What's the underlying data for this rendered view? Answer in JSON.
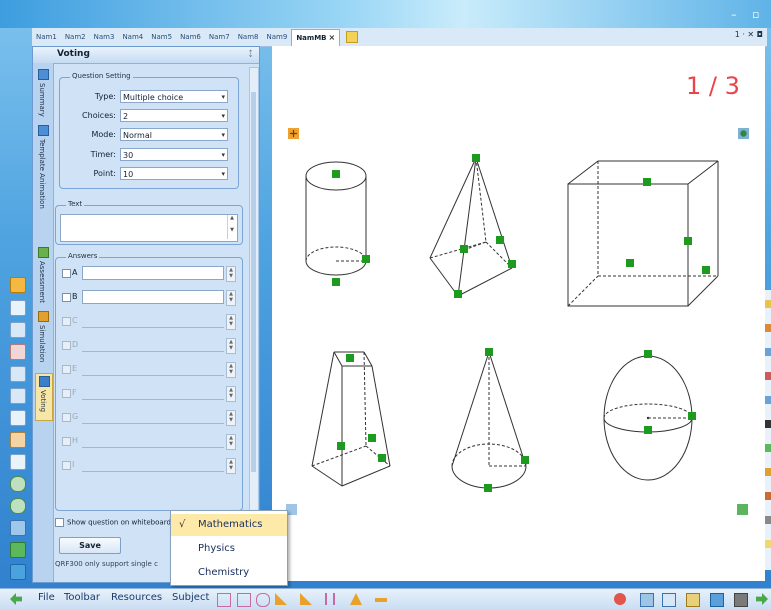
{
  "window": {
    "minimize": "–",
    "restore": "▫"
  },
  "tabs": {
    "items": [
      "Nam1",
      "Nam2",
      "Nam3",
      "Nam4",
      "Nam5",
      "Nam6",
      "Nam7",
      "Nam8",
      "Nam9",
      "NamMB"
    ],
    "active_index": 9,
    "close": "×",
    "right_controls": "1 · ✕ ◘"
  },
  "voting": {
    "title": "Voting",
    "pin": "ᛨ",
    "vertical_tabs": [
      "Summary",
      "Template Animation",
      "Assessment",
      "Simulation",
      "Voting"
    ],
    "question_setting": {
      "legend": "Question Setting",
      "type_label": "Type:",
      "type_value": "Multiple choice",
      "choices_label": "Choices:",
      "choices_value": "2",
      "mode_label": "Mode:",
      "mode_value": "Normal",
      "timer_label": "Timer:",
      "timer_value": "30",
      "point_label": "Point:",
      "point_value": "10"
    },
    "text_legend": "Text",
    "answers_legend": "Answers",
    "answers": [
      "A",
      "B",
      "C",
      "D",
      "E",
      "F",
      "G",
      "H",
      "I"
    ],
    "show_question_label": "Show question on whiteboard",
    "save_label": "Save",
    "note": "QRF300 only support single c"
  },
  "canvas": {
    "page_counter": "1 / 3"
  },
  "subject_menu": {
    "items": [
      {
        "label": "Mathematics",
        "checked": true
      },
      {
        "label": "Physics",
        "checked": false
      },
      {
        "label": "Chemistry",
        "checked": false
      }
    ],
    "check_mark": "√"
  },
  "bottom": {
    "menus": [
      "File",
      "Toolbar",
      "Resources",
      "Subject"
    ]
  },
  "colors": {
    "accent_red": "#e8444a",
    "handle_green": "#1e9a1e",
    "menu_highlight": "#fde9a8"
  }
}
